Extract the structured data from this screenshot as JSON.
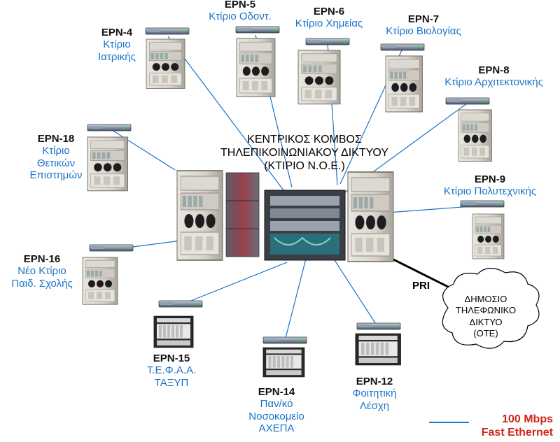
{
  "center": {
    "line1": "ΚΕΝΤΡΙΚΟΣ ΚΟΜΒΟΣ",
    "line2": "ΤΗΛΕΠΙΚΟΙΝΩΝΙΑΚΟΥ ΔΙΚΤΥΟΥ",
    "line3": "(ΚΤΙΡΙΟ Ν.Ο.Ε.)"
  },
  "nodes": {
    "epn4": {
      "code": "EPN-4",
      "l1": "Κτίριο",
      "l2": "Ιατρικής"
    },
    "epn5": {
      "code": "EPN-5",
      "l1": "Κτίριο Οδοντ."
    },
    "epn6": {
      "code": "EPN-6",
      "l1": "Κτίριο Χημείας"
    },
    "epn7": {
      "code": "EPN-7",
      "l1": "Κτίριο Βιολογίας"
    },
    "epn8": {
      "code": "EPN-8",
      "l1": "Κτίριο Αρχιτεκτονικής"
    },
    "epn18": {
      "code": "EPN-18",
      "l1": "Κτίριο",
      "l2": "Θετικών",
      "l3": "Επιστημών"
    },
    "epn9": {
      "code": "EPN-9",
      "l1": "Κτίριο Πολυτεχνικής"
    },
    "epn16": {
      "code": "EPN-16",
      "l1": "Νέο Κτίριο",
      "l2": "Παιδ. Σχολής"
    },
    "epn15": {
      "code": "EPN-15",
      "l1": "Τ.Ε.Φ.Α.Α.",
      "l2": "ΤΑΞΥΠ"
    },
    "epn14": {
      "code": "EPN-14",
      "l1": "Παν/κό",
      "l2": "Νοσοκομείο",
      "l3": "ΑΧΕΠΑ"
    },
    "epn12": {
      "code": "EPN-12",
      "l1": "Φοιτητική",
      "l2": "Λέσχη"
    }
  },
  "pri": "PRI",
  "cloud": {
    "l1": "ΔΗΜΟΣΙΟ",
    "l2": "ΤΗΛΕΦΩΝΙΚΟ",
    "l3": "ΔΙΚΤΥΟ",
    "l4": "(ΟΤΕ)"
  },
  "legend": {
    "line1": "100 Mbps",
    "line2": "Fast Ethernet",
    "line_color": "#1a73c8",
    "text_color": "#d0261b"
  },
  "colors": {
    "link": "#1a73c8",
    "label_blue": "#1a73c8",
    "pri_link": "#000000"
  }
}
